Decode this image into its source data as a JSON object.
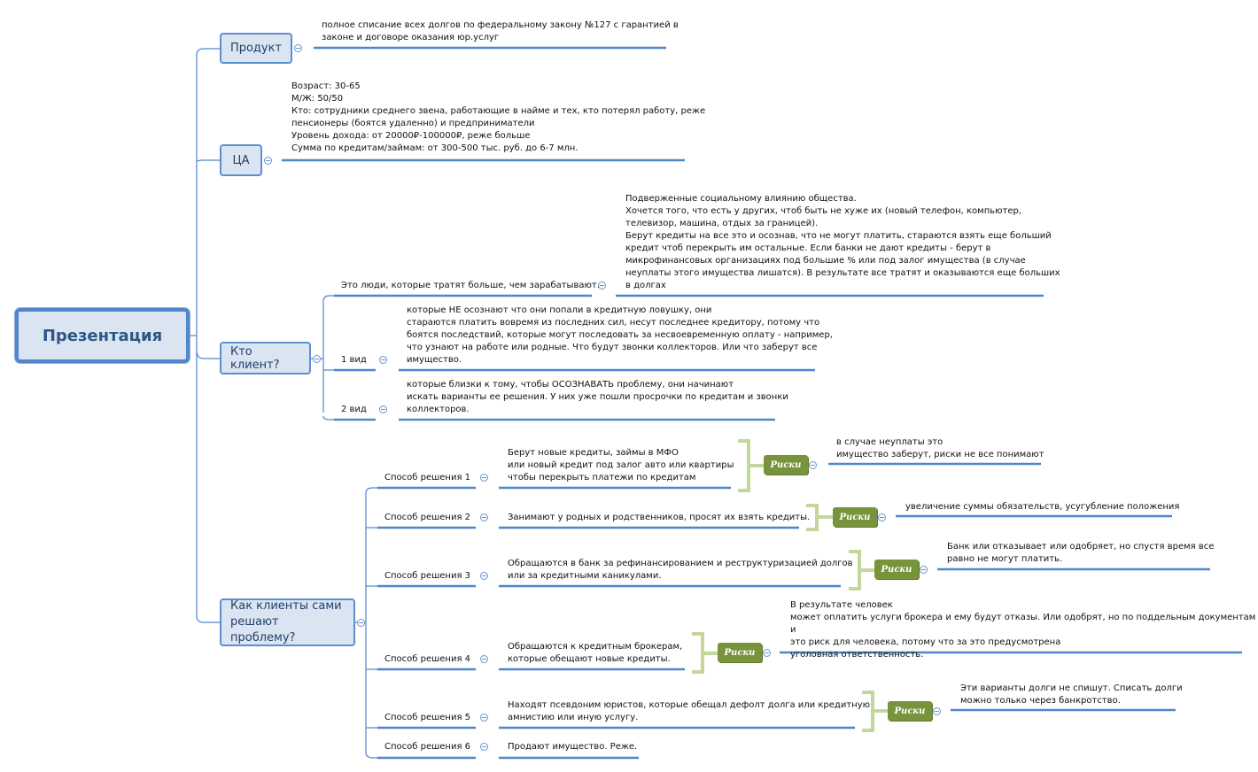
{
  "root": {
    "title": "Презентация"
  },
  "branches": {
    "product": {
      "label": "Продукт",
      "text": "полное списание всех долгов по федеральному закону №127 с гарантией в\nзаконе и договоре оказания юр.услуг"
    },
    "audience": {
      "label": "ЦА",
      "text": "Возраст: 30-65\nМ/Ж: 50/50\nКто: сотрудники среднего звена, работающие в найме и тех, кто потерял работу, реже\nпенсионеры (боятся удаленно) и предприниматели\nУровень дохода: от 20000₽-100000₽, реже больше\nСумма по кредитам/займам: от 300-500 тыс. руб. до 6-7 млн."
    },
    "client": {
      "label": "Кто клиент?",
      "spenders": {
        "label": "Это люди, которые тратят больше, чем зарабатывают.",
        "text": "Подверженные социальному влиянию общества.\nХочется того, что есть у других, чтоб быть не хуже их (новый телефон, компьютер,\nтелевизор, машина, отдых за границей).\nБерут кредиты на все это и осознав, что не могут платить, стараются взять еще больший\nкредит чтоб перекрыть им остальные. Если банки не дают кредиты - берут в\nмикрофинансовых организациях под большие % или под залог имущества (в случае\nнеуплаты этого имущества лишатся). В результате все тратят и оказываются еще больших\nв долгах"
      },
      "type1": {
        "label": "1 вид",
        "text": "которые НЕ осознают что они попали в кредитную ловушку, они\nстараются платить вовремя из последних сил, несут последнее кредитору, потому что\nбоятся последствий, которые могут последовать за несвоевременную оплату - например,\nчто узнают на работе или родные. Что будут звонки коллекторов. Или что заберут все\nимущество."
      },
      "type2": {
        "label": "2 вид",
        "text": "которые близки к тому, чтобы ОСОЗНАВАТЬ проблему, они начинают\nискать варианты ее решения. У них уже пошли просрочки по кредитам и звонки\nколлекторов."
      }
    },
    "solutions": {
      "label": "Как клиенты сами\nрешают проблему?",
      "risk_label": "Риски",
      "items": [
        {
          "label": "Способ решения 1",
          "text": "Берут новые кредиты, займы в МФО\nили новый кредит под залог авто или квартиры\nчтобы перекрыть платежи по кредитам",
          "risk": "в случае неуплаты это\nимущество заберут, риски не все понимают"
        },
        {
          "label": "Способ решения 2",
          "text": "Занимают у родных и родственников, просят их взять кредиты.",
          "risk": "увеличение суммы обязательств, усугубление положения"
        },
        {
          "label": "Способ решения 3",
          "text": "Обращаются в банк за рефинансированием и реструктуризацией долгов\nили за кредитными каникулами.",
          "risk": "Банк или отказывает или одобряет, но спустя время все\nравно не могут платить."
        },
        {
          "label": "Способ решения 4",
          "text": "Обращаются к кредитным брокерам,\nкоторые обещают новые кредиты.",
          "risk": "В результате человек\nможет оплатить услуги брокера и ему будут отказы. Или одобрят, но по поддельным документам и\nэто риск для человека, потому что за это предусмотрена\nуголовная ответственность."
        },
        {
          "label": "Способ решения 5",
          "text": "Находят псевдоним юристов, которые обещал дефолт долга или кредитную\nамнистию или иную услугу.",
          "risk": "Эти варианты долги не спишут. Списать долги\nможно только через банкротство."
        },
        {
          "label": "Способ решения 6",
          "text": "Продают имущество. Реже."
        }
      ]
    }
  },
  "colors": {
    "line": "#4f86cc",
    "node_fill": "#dbe5f1",
    "risk_fill": "#77933c",
    "bracket": "#c4d79b"
  }
}
